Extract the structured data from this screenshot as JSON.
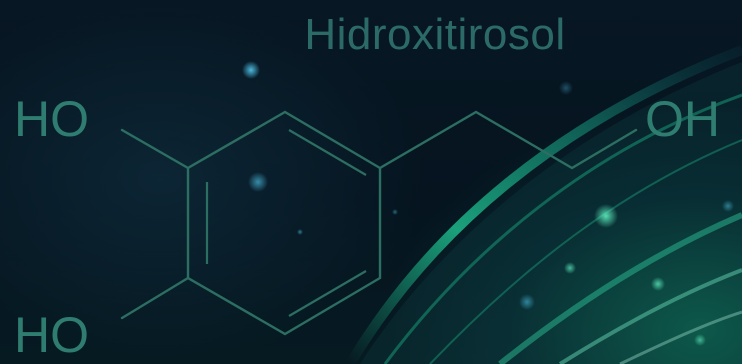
{
  "molecule_name": "Hidroxitirosol",
  "atoms": {
    "hydroxyl_top_left": "HO",
    "hydroxyl_bottom_left": "HO",
    "hydroxyl_right": "OH"
  },
  "colors": {
    "background": "#04101a",
    "structure": "#2d6e62",
    "label": "#2f7d70",
    "glow": "#1fb98a"
  }
}
